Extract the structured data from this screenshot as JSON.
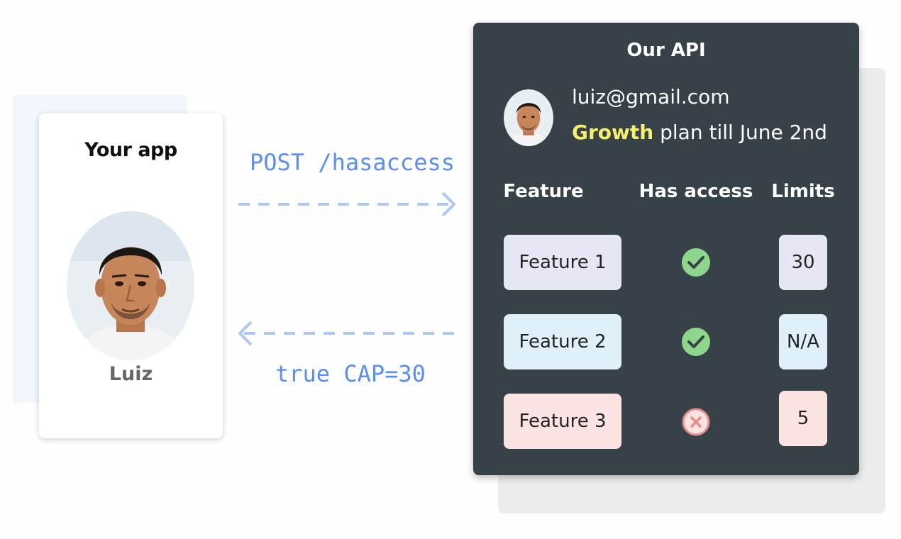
{
  "app": {
    "title": "Your app",
    "user_name": "Luiz"
  },
  "request": {
    "label": "POST /hasaccess"
  },
  "response": {
    "label": "true CAP=30"
  },
  "api": {
    "title": "Our API",
    "email": "luiz@gmail.com",
    "plan_name": "Growth",
    "plan_suffix": " plan till June 2nd",
    "columns": {
      "feature": "Feature",
      "access": "Has access",
      "limits": "Limits"
    },
    "rows": [
      {
        "feature": "Feature 1",
        "has_access": true,
        "limit": "30",
        "feature_color": "#e6e7f4",
        "limit_color": "#e6e7f4"
      },
      {
        "feature": "Feature 2",
        "has_access": true,
        "limit": "N/A",
        "feature_color": "#dff0fb",
        "limit_color": "#dff0fb"
      },
      {
        "feature": "Feature 3",
        "has_access": false,
        "limit": "5",
        "feature_color": "#fbe3e2",
        "limit_color": "#fbe3e2"
      }
    ]
  },
  "colors": {
    "panel_bg": "#364248",
    "arrow": "#aec8f4",
    "label_blue": "#5b8ef0",
    "check_green": "#8fd68d",
    "cross_red": "#e88b8b",
    "plan_yellow": "#f5ef6a"
  }
}
